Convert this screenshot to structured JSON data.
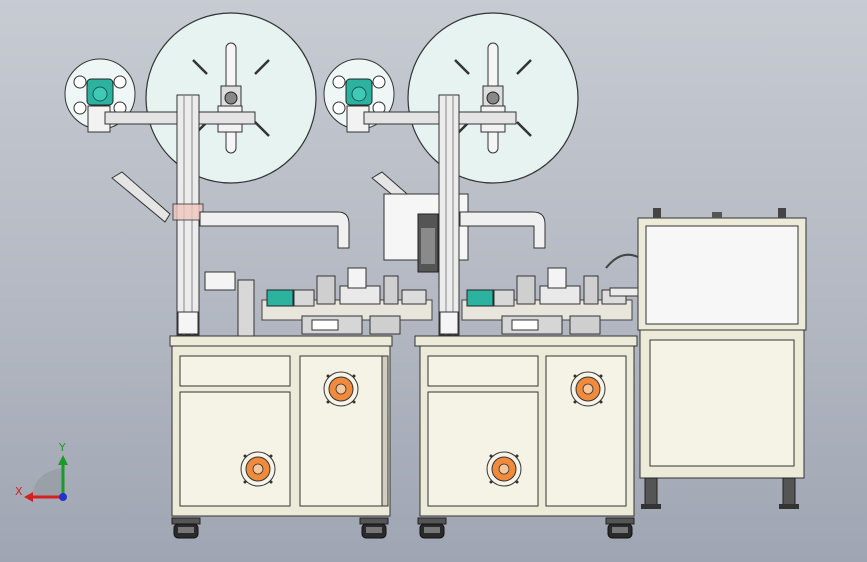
{
  "title": "",
  "colors": {
    "background_top": "#c7cbd2",
    "background_bottom": "#9fa5b2",
    "frame": "#ecebd9",
    "outline": "#3a3a3a",
    "reel": "#e6f3f0",
    "teal_part": "#2bb3a0",
    "fan_orange": "#f08a3c",
    "axis_x": "#d42020",
    "axis_y": "#1a9a2a",
    "axis_z": "#2233cc"
  },
  "axis_triad": {
    "x_label": "X",
    "y_label": "Y"
  },
  "stations": [
    {
      "name": "station-1",
      "parts": [
        "small-reel",
        "large-reel",
        "column",
        "cabinet",
        "fan-upper",
        "fan-lower",
        "casters"
      ]
    },
    {
      "name": "station-2",
      "parts": [
        "small-reel",
        "large-reel",
        "column",
        "cabinet",
        "fan-upper",
        "fan-lower",
        "casters"
      ]
    }
  ],
  "enclosure": {
    "parts": [
      "window",
      "lower-frame",
      "leveling-feet"
    ]
  }
}
